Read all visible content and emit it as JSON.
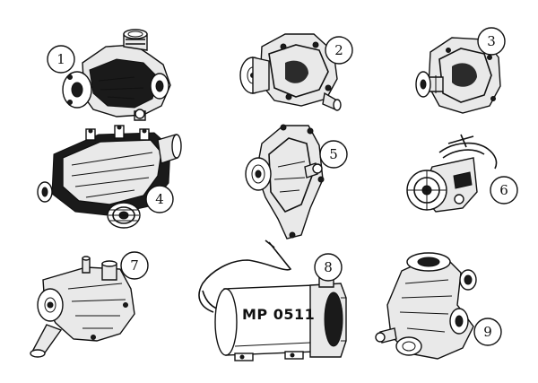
{
  "items": [
    {
      "number": "1"
    },
    {
      "number": "2"
    },
    {
      "number": "3"
    },
    {
      "number": "4"
    },
    {
      "number": "5"
    },
    {
      "number": "6"
    },
    {
      "number": "7"
    },
    {
      "number": "8",
      "stamp": "MP 0511"
    },
    {
      "number": "9"
    }
  ]
}
